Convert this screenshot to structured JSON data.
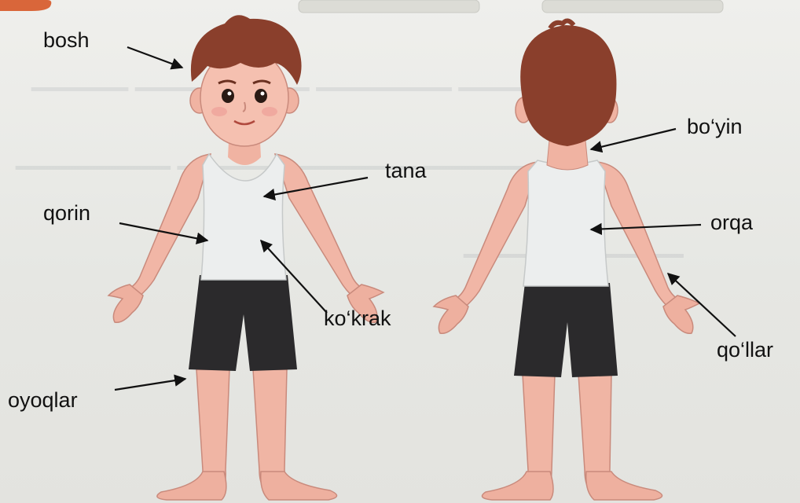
{
  "labels": {
    "head": "bosh",
    "belly": "qorin",
    "body": "tana",
    "chest": "ko‘krak",
    "legs": "oyoqlar",
    "neck": "bo‘yin",
    "back": "orqa",
    "arms": "qo‘llar"
  },
  "colors": {
    "skin": "#f1b8a8",
    "skin_shadow": "#d88f80",
    "hair": "#8a3f2c",
    "shirt": "#eceeee",
    "shorts": "#2b2a2c",
    "arrow": "#111111"
  }
}
